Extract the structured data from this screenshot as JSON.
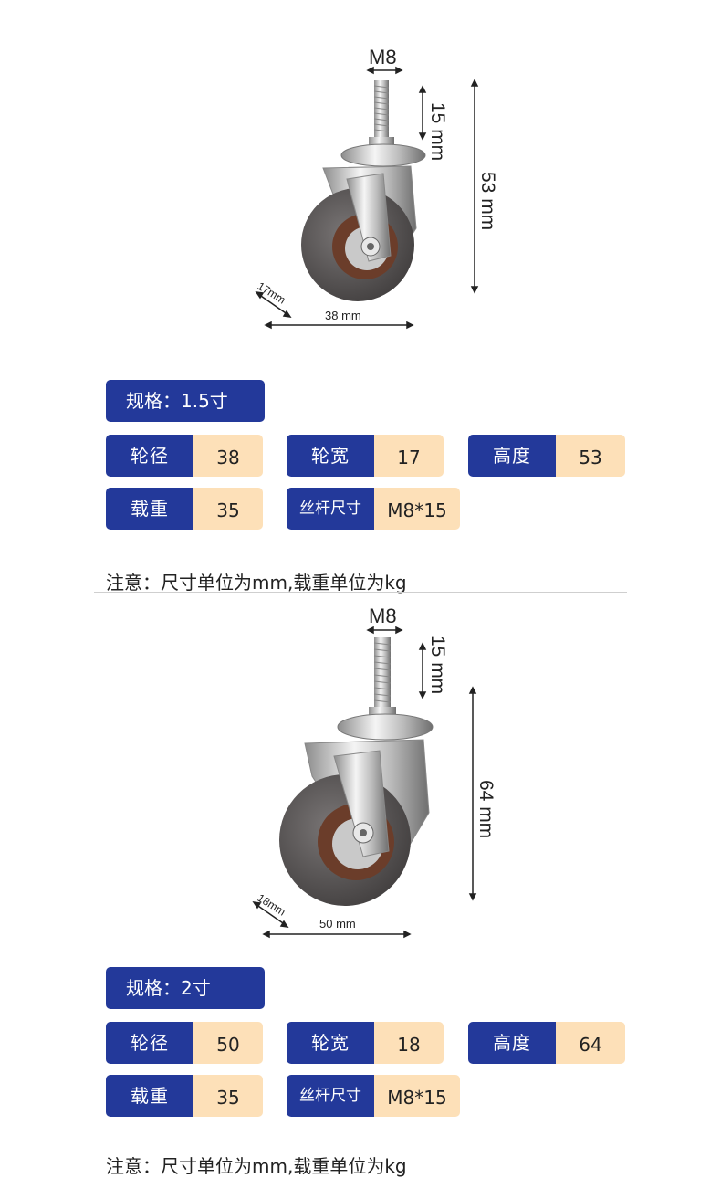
{
  "sections": [
    {
      "dims": {
        "thread": "M8",
        "stem": "15 mm",
        "height": "53 mm",
        "width": "17mm",
        "diameter": "38 mm"
      },
      "spec_title": "规格：1.5寸",
      "specs": [
        {
          "label": "轮径",
          "value": "38"
        },
        {
          "label": "轮宽",
          "value": "17"
        },
        {
          "label": "高度",
          "value": "53"
        },
        {
          "label": "载重",
          "value": "35"
        },
        {
          "label": "丝杆尺寸",
          "value": "M8*15"
        }
      ],
      "note": "注意：尺寸单位为mm,载重单位为kg"
    },
    {
      "dims": {
        "thread": "M8",
        "stem": "15 mm",
        "height": "64 mm",
        "width": "18mm",
        "diameter": "50 mm"
      },
      "spec_title": "规格：2寸",
      "specs": [
        {
          "label": "轮径",
          "value": "50"
        },
        {
          "label": "轮宽",
          "value": "18"
        },
        {
          "label": "高度",
          "value": "64"
        },
        {
          "label": "载重",
          "value": "35"
        },
        {
          "label": "丝杆尺寸",
          "value": "M8*15"
        }
      ],
      "note": "注意：尺寸单位为mm,载重单位为kg"
    }
  ],
  "colors": {
    "label_bg": "#23399a",
    "value_bg": "#fde0b8",
    "wheel": "#5e5a5a",
    "hub": "#6b3d2a"
  }
}
